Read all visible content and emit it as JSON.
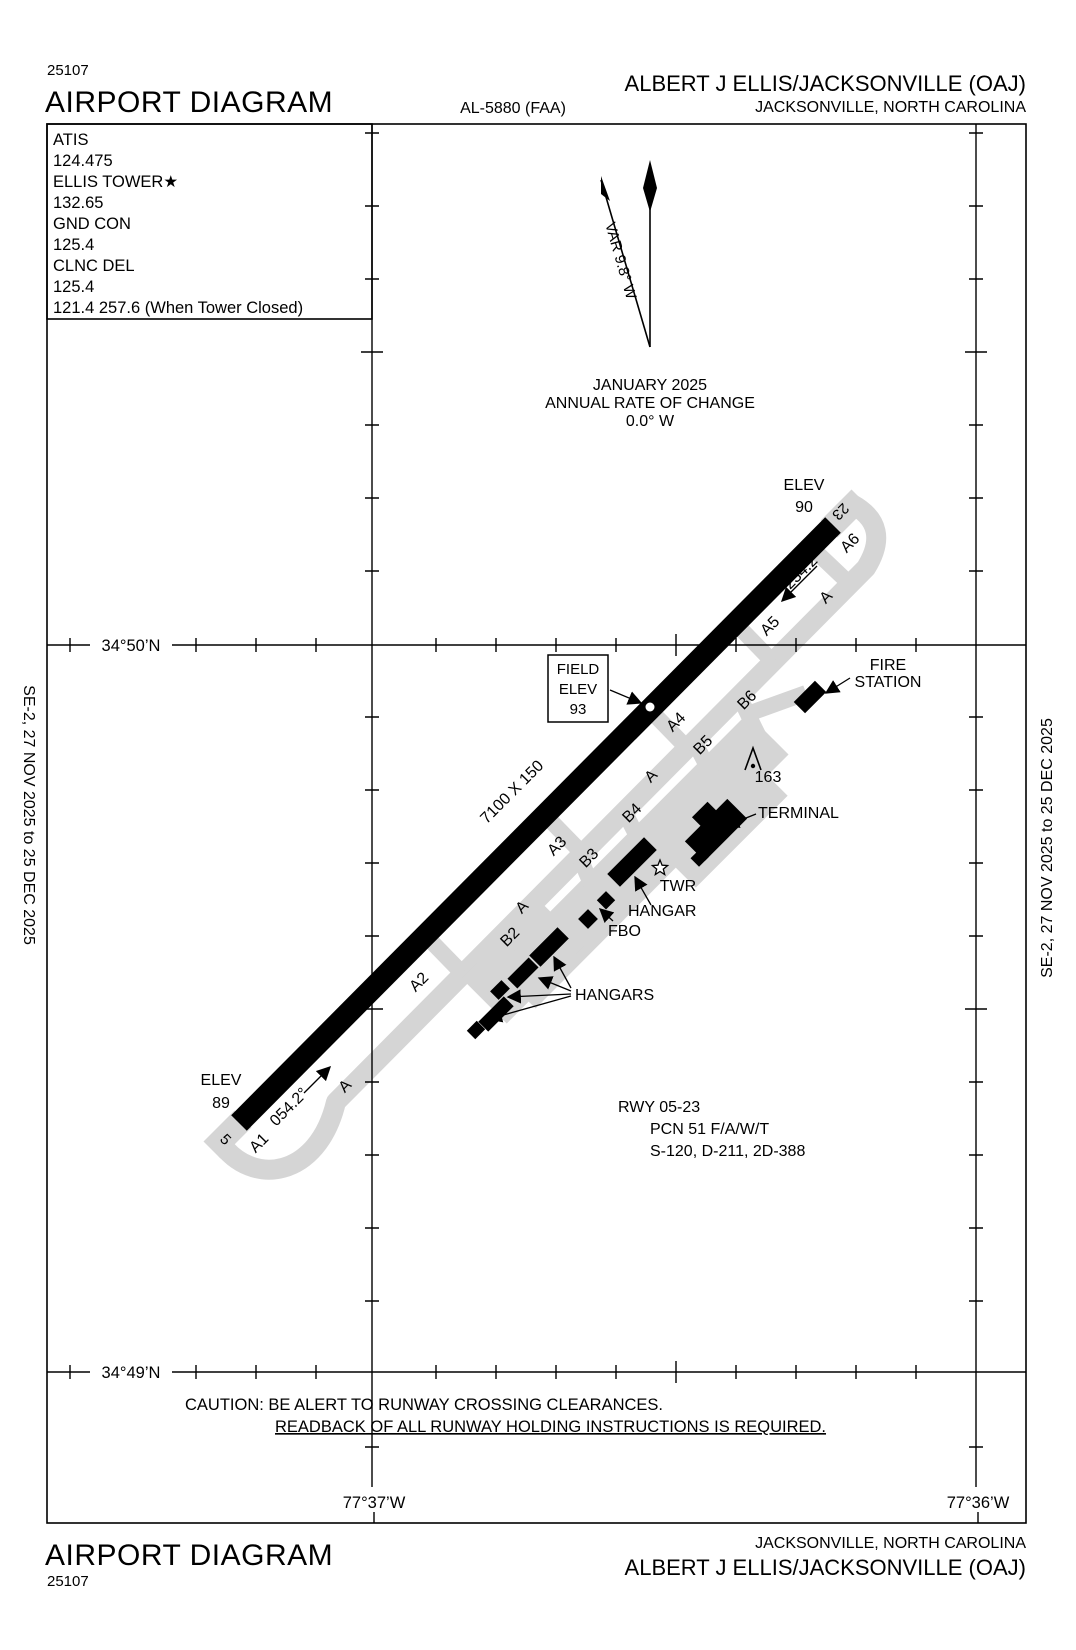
{
  "colors": {
    "ink": "#000000",
    "pavement_gray": "#d5d5d5",
    "background": "#ffffff"
  },
  "header": {
    "chart_number": "25107",
    "title": "AIRPORT DIAGRAM",
    "procedure_id": "AL-5880 (FAA)",
    "airport_name": "ALBERT J ELLIS/JACKSONVILLE (OAJ)",
    "city": "JACKSONVILLE, NORTH CAROLINA"
  },
  "comm_box": {
    "lines": [
      "ATIS",
      "124.475",
      "ELLIS TOWER★",
      "132.65",
      "GND CON",
      "125.4",
      "CLNC DEL",
      "125.4",
      "121.4  257.6 (When Tower Closed)"
    ]
  },
  "north_indicator": {
    "variation": "VAR 9.8° W",
    "date": "JANUARY 2025",
    "rate_label": "ANNUAL RATE OF CHANGE",
    "rate_value": "0.0° W"
  },
  "graticule": {
    "lat_top": "34°50’N",
    "lat_bottom": "34°49’N",
    "lon_left": "77°37’W",
    "lon_right": "77°36’W"
  },
  "runway": {
    "number_ne": "23",
    "number_sw": "5",
    "size": "7100 X 150",
    "heading_ne": "234.2°",
    "heading_sw": "054.2°",
    "elev_label": "ELEV",
    "elev_ne": "90",
    "elev_sw": "89"
  },
  "field_elevation": {
    "label1": "FIELD",
    "label2": "ELEV",
    "value": "93"
  },
  "taxiway_labels": [
    "A6",
    "A",
    "A5",
    "B6",
    "A4",
    "B5",
    "A",
    "B4",
    "A3",
    "B3",
    "A",
    "B2",
    "A2",
    "A",
    "A1"
  ],
  "features": {
    "fire_line1": "FIRE",
    "fire_line2": "STATION",
    "obstruction_height": "163",
    "terminal": "TERMINAL",
    "tower": "TWR",
    "hangar": "HANGAR",
    "fbo": "FBO",
    "hangars": "HANGARS"
  },
  "runway_data": {
    "line1": "RWY 05-23",
    "line2": "PCN 51 F/A/W/T",
    "line3": "S-120, D-211, 2D-388"
  },
  "caution": {
    "line1": "CAUTION: BE ALERT TO RUNWAY CROSSING CLEARANCES.",
    "line2": "READBACK OF ALL RUNWAY HOLDING INSTRUCTIONS IS REQUIRED."
  },
  "footer": {
    "city": "JACKSONVILLE, NORTH CAROLINA",
    "airport_name": "ALBERT J ELLIS/JACKSONVILLE (OAJ)",
    "title": "AIRPORT DIAGRAM",
    "chart_number": "25107"
  },
  "edge_note": "SE-2,  27 NOV 2025  to  25 DEC 2025"
}
